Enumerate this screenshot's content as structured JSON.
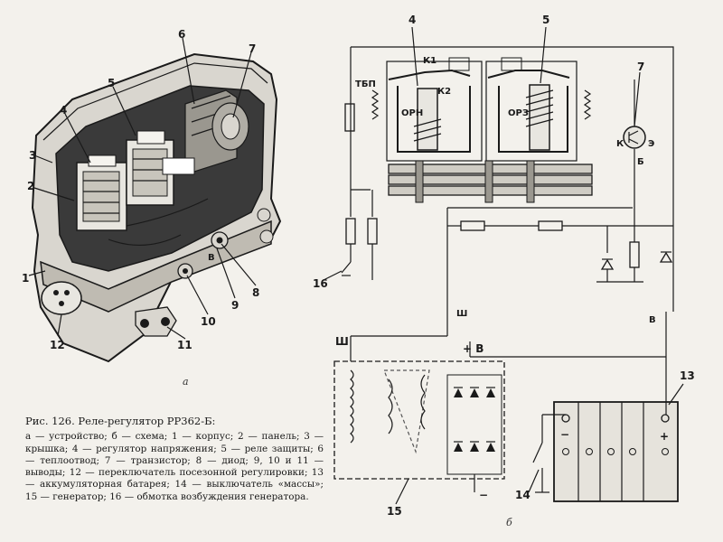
{
  "figure": {
    "caption_title": "Рис. 126. Реле-регулятор РР362-Б:",
    "caption_body": "а — устройство; б — схема; 1 — корпус; 2 — панель; 3 — крышка; 4 — регулятор напряжения; 5 — реле защиты; 6 — теплоотвод; 7 — транзистор; 8 — диод; 9, 10 и 11 — выводы; 12 — переключатель посезонной регулировки; 13 — аккумуляторная батарея; 14 — выключатель «массы»; 15 — генератор; 16 — обмотка возбуждения генератора.",
    "sublabel_a": "а",
    "sublabel_b": "б"
  },
  "device_labels": {
    "n1": "1",
    "n2": "2",
    "n3": "3",
    "n4": "4",
    "n5": "5",
    "n6": "6",
    "n7": "7",
    "n8": "8",
    "n9": "9",
    "n10": "10",
    "n11": "11",
    "n12": "12",
    "term_v": "В"
  },
  "schematic_labels": {
    "n4": "4",
    "n5": "5",
    "n7": "7",
    "n13": "13",
    "n14": "14",
    "n15": "15",
    "n16": "16",
    "k1": "К1",
    "k2": "К2",
    "tbp": "ТБП",
    "orn": "ОРН",
    "orz": "ОРЗ",
    "k": "К",
    "e": "Э",
    "b": "Б",
    "sh": "Ш",
    "v": "В",
    "sh_gen": "Ш",
    "plus_v": "+ В",
    "minus": "−",
    "plus": "+"
  }
}
